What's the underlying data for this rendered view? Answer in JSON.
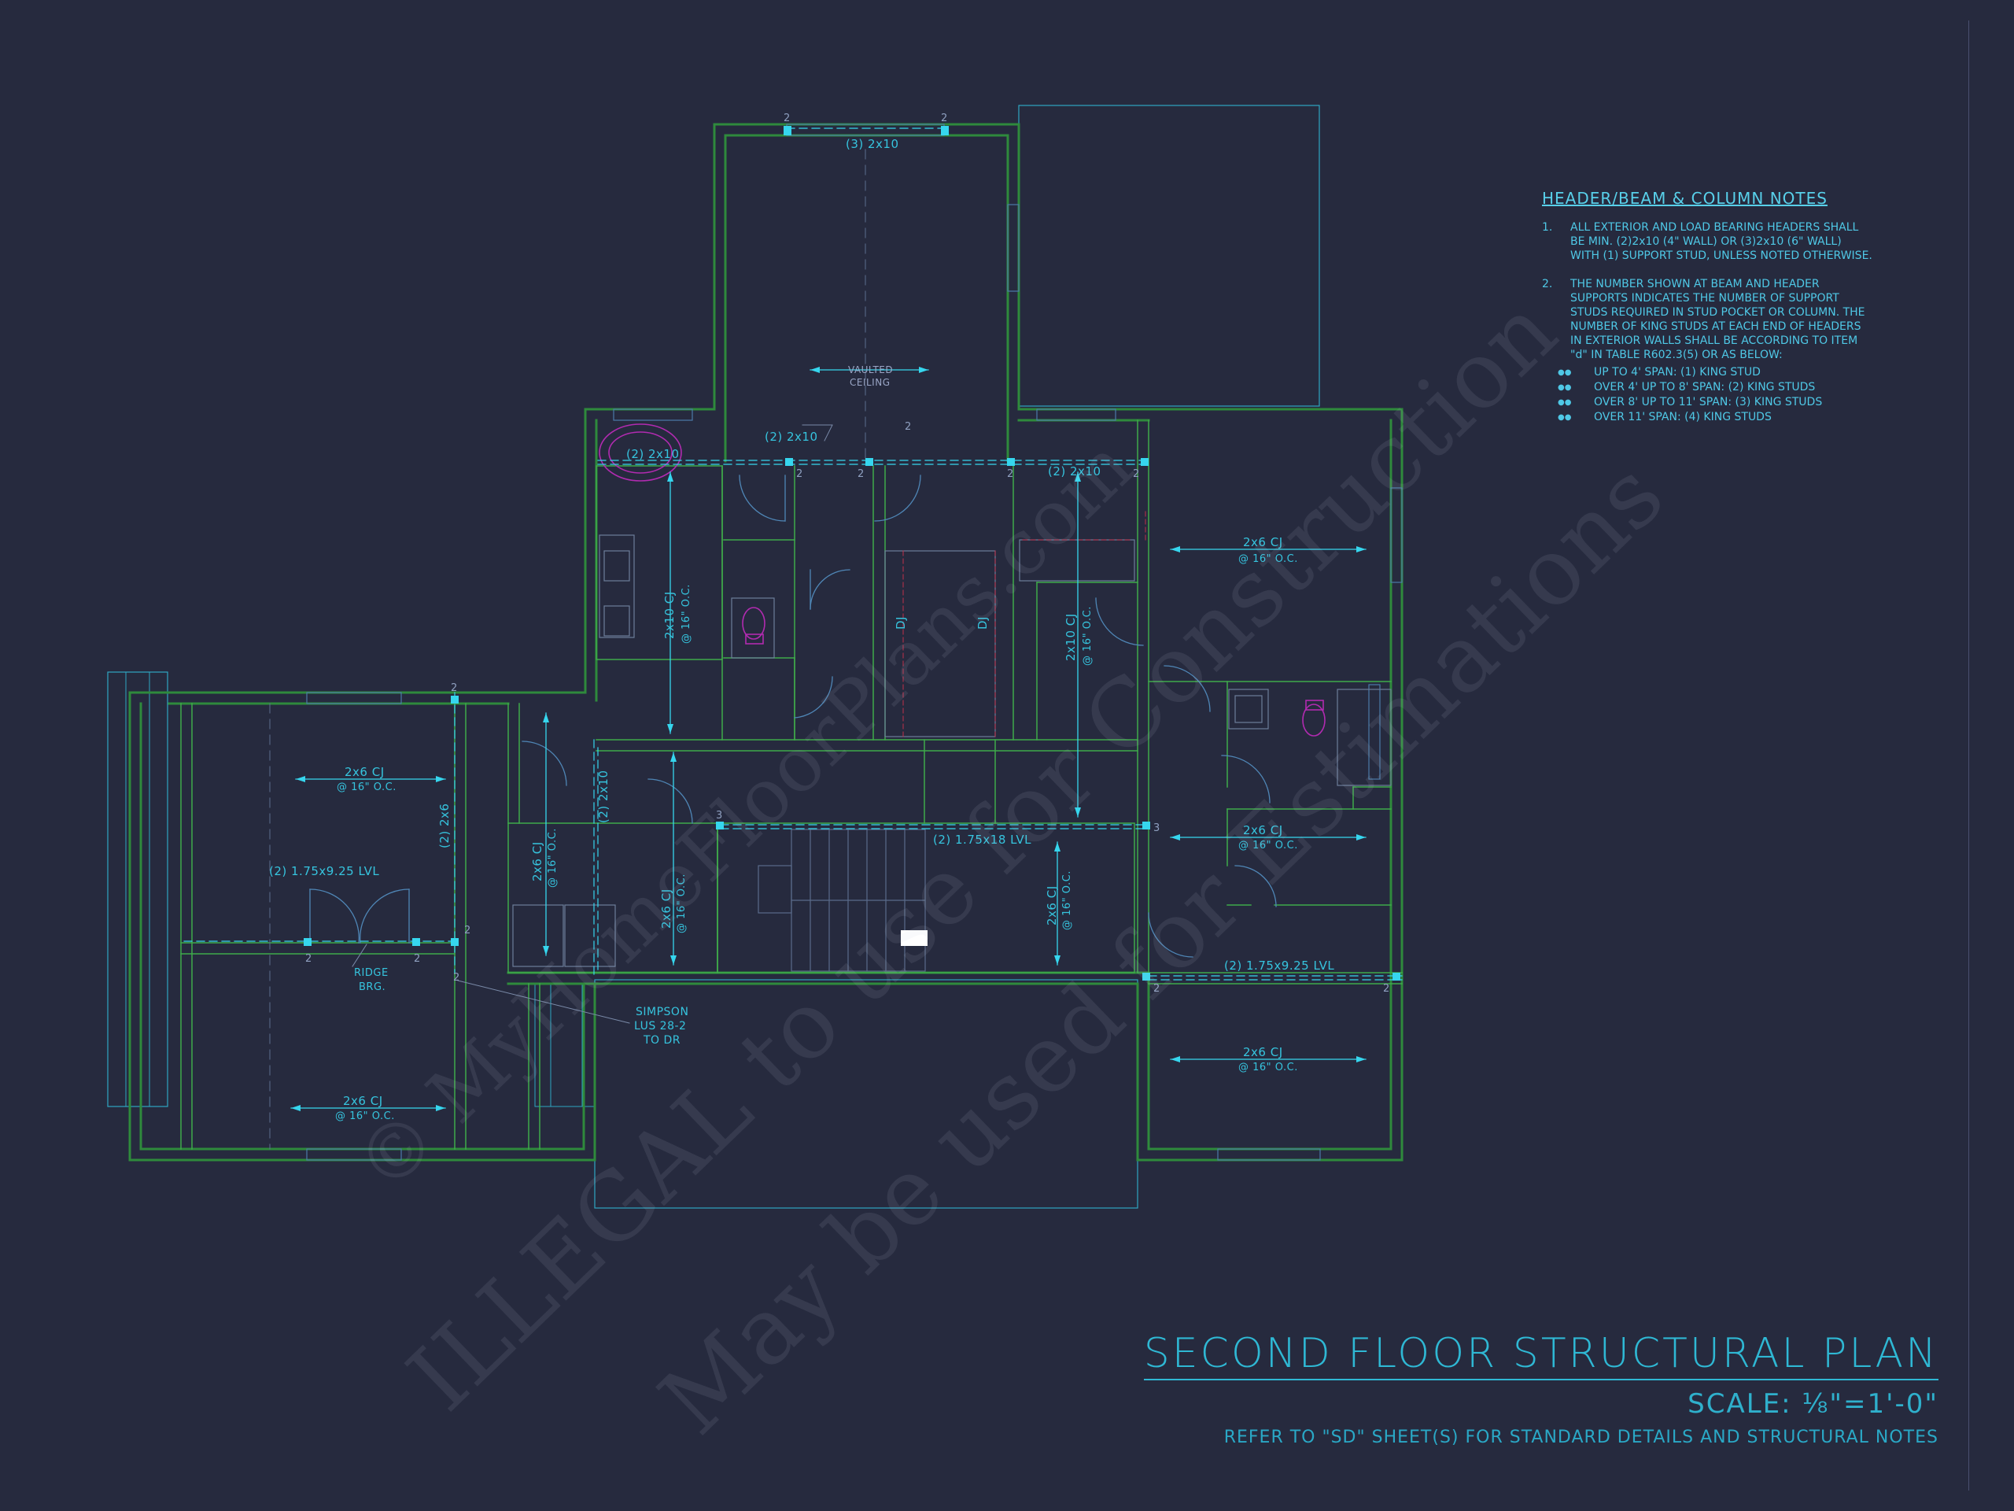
{
  "colors": {
    "background": "#262a3e",
    "wall": "#2f8a3c",
    "wall_inner": "#3faa4a",
    "cyan": "#36d6ee",
    "dim": "#4fc8e6",
    "fixture": "#b12bb0",
    "red": "#c0304a"
  },
  "notes": {
    "title": "HEADER/BEAM & COLUMN NOTES",
    "items": [
      {
        "num": "1.",
        "text": "ALL EXTERIOR AND LOAD BEARING HEADERS SHALL BE MIN. (2)2x10 (4\" WALL) OR (3)2x10 (6\" WALL) WITH (1) SUPPORT STUD, UNLESS NOTED OTHERWISE."
      },
      {
        "num": "2.",
        "text": "THE NUMBER SHOWN AT BEAM AND HEADER SUPPORTS INDICATES THE NUMBER OF SUPPORT STUDS REQUIRED IN STUD POCKET OR COLUMN. THE NUMBER OF KING STUDS AT EACH END OF HEADERS IN EXTERIOR WALLS SHALL BE ACCORDING TO ITEM \"d\" IN TABLE R602.3(5) OR AS BELOW:"
      }
    ],
    "bullets": [
      "UP TO 4' SPAN: (1) KING STUD",
      "OVER 4' UP TO 8' SPAN: (2) KING STUDS",
      "OVER 8' UP TO 11' SPAN: (3) KING STUDS",
      "OVER 11' SPAN: (4) KING STUDS"
    ]
  },
  "title_block": {
    "title": "SECOND FLOOR STRUCTURAL PLAN",
    "scale": "SCALE: ⅛\"=1'-0\"",
    "reference": "REFER TO \"SD\" SHEET(S) FOR STANDARD DETAILS AND STRUCTURAL NOTES"
  },
  "plan_labels": {
    "top_header": "(3) 2x10",
    "vaulted_1": "VAULTED",
    "vaulted_2": "CEILING",
    "header_2x10_a": "(2) 2x10",
    "header_2x10_b": "(2) 2x10",
    "header_2x10_c": "(2) 2x10",
    "cj_2x10_a": "2x10 CJ",
    "cj_2x10_a_oc": "@ 16\" O.C.",
    "cj_2x10_b": "2x10 CJ",
    "cj_2x10_b_oc": "@ 16\" O.C.",
    "dj_a": "DJ",
    "dj_b": "DJ",
    "cj_right_top": "2x6 CJ",
    "cj_right_top_oc": "@ 16\" O.C.",
    "cj_left_top": "2x6 CJ",
    "cj_left_top_oc": "@ 16\" O.C.",
    "left_lvl": "(2) 1.75x9.25 LVL",
    "left_2x6": "(2) 2x6",
    "left_2x10": "(2) 2x10",
    "ridge_1": "RIDGE",
    "ridge_2": "BRG.",
    "cj_left_bot": "2x6 CJ",
    "cj_left_bot_oc": "@ 16\" O.C.",
    "simpson_1": "SIMPSON",
    "simpson_2": "LUS 28-2",
    "simpson_3": "TO DR",
    "cj_laundry": "2x6 CJ",
    "cj_laundry_oc": "@ 16\" O.C.",
    "cj_hall": "2x6 CJ",
    "cj_hall_oc": "@ 16\" O.C.",
    "lvl_stair": "(2) 1.75x18 LVL",
    "cj_stair": "2x6 CJ",
    "cj_stair_oc": "@ 16\" O.C.",
    "cj_right_mid": "2x6 CJ",
    "cj_right_mid_oc": "@ 16\" O.C.",
    "lvl_right": "(2) 1.75x9.25 LVL",
    "cj_right_bot": "2x6 CJ",
    "cj_right_bot_oc": "@ 16\" O.C.",
    "post_counts": [
      "2",
      "2",
      "2",
      "2",
      "2",
      "2",
      "2",
      "2",
      "2",
      "2",
      "2",
      "3",
      "3",
      "2",
      "2",
      "2"
    ]
  },
  "watermark": {
    "line1": "ILLEGAL to use for Construction",
    "line2": "May be used for Estimations",
    "line3": "© MyHomeFloorPlans.com"
  }
}
